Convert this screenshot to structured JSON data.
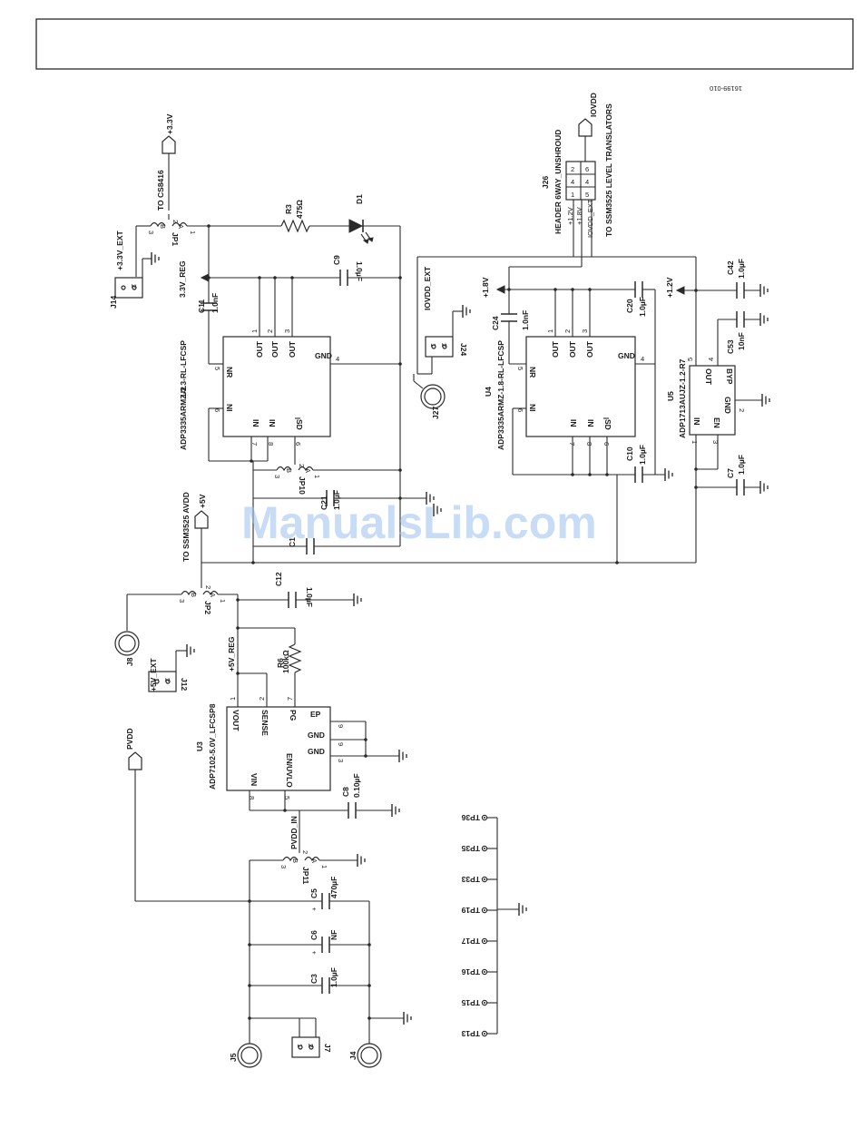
{
  "figure_id": "16199-010",
  "watermark": "ManualsLib.com",
  "components": {
    "U2": {
      "ref": "U2",
      "part": "ADP3335ARMZ-3.3-RL-LFCSP",
      "pins": {
        "out": "OUT",
        "gnd": "GND",
        "nr": "NR",
        "ni": "NI",
        "in": "IN",
        "sd": "SD"
      },
      "nums": {
        "p1": "1",
        "p2": "2",
        "p3": "3",
        "p4": "4",
        "p5": "5",
        "p6": "6",
        "p7": "7",
        "p8": "8"
      }
    },
    "U4": {
      "ref": "U4",
      "part": "ADP3335ARMZ-1.8-RL-LFCSP",
      "pins": {
        "out": "OUT",
        "gnd": "GND",
        "nr": "NR",
        "ni": "NI",
        "in": "IN",
        "sd": "SD"
      },
      "nums": {
        "p1": "1",
        "p2": "2",
        "p3": "3",
        "p4": "4",
        "p5": "5",
        "p6": "6",
        "p7": "7",
        "p8": "8"
      }
    },
    "U5": {
      "ref": "U5",
      "part": "ADP1713AUJZ-1.2-R7",
      "pins": {
        "out": "OUT",
        "byp": "BYP",
        "gnd": "GND",
        "in": "IN",
        "en": "EN"
      },
      "nums": {
        "p1": "1",
        "p2": "2",
        "p3": "3",
        "p4": "4",
        "p5": "5"
      }
    },
    "U3": {
      "ref": "U3",
      "part": "ADP7102-5.0V_LFCSP8",
      "pins": {
        "vout": "VOUT",
        "sense": "SENSE",
        "pg": "PG",
        "ep": "EP",
        "gnd": "GND",
        "vin": "VIN",
        "enuvlo": "EN/UVLO"
      },
      "nums": {
        "p1": "1",
        "p2": "2",
        "p3": "3",
        "p5": "5",
        "p7": "7",
        "p8": "8",
        "p9": "9"
      }
    },
    "R3": {
      "ref": "R3",
      "value": "475Ω"
    },
    "R6": {
      "ref": "R6",
      "value": "100kΩ"
    },
    "D1": {
      "ref": "D1"
    },
    "C9": {
      "ref": "C9",
      "value": "1.0µF"
    },
    "C11": {
      "ref": "C11",
      "value": "1.0nF"
    },
    "C12": {
      "ref": "C12",
      "value": "1.0µF"
    },
    "C20": {
      "ref": "C20",
      "value": "1.0µF"
    },
    "C24": {
      "ref": "C24",
      "value": "1.0nF"
    },
    "C10": {
      "ref": "C10",
      "value": "1.0µF"
    },
    "C42": {
      "ref": "C42",
      "value": "1.0µF"
    },
    "C53": {
      "ref": "C53",
      "value": "10nF"
    },
    "C7": {
      "ref": "C7",
      "value": "1.0µF"
    },
    "C21": {
      "ref": "C21",
      "value": "1.0µF"
    },
    "C8": {
      "ref": "C8",
      "value": "0.10µF"
    },
    "C5": {
      "ref": "C5",
      "value": "470µF"
    },
    "C6": {
      "ref": "C6",
      "value": "NF"
    },
    "C3": {
      "ref": "C3",
      "value": "1.0µF"
    },
    "JP1": {
      "ref": "JP1"
    },
    "JP2": {
      "ref": "JP2"
    },
    "JP10": {
      "ref": "JP10"
    },
    "JP11": {
      "ref": "JP11"
    },
    "J14": {
      "ref": "J14"
    },
    "J12": {
      "ref": "J12"
    },
    "J24": {
      "ref": "J24"
    },
    "J7": {
      "ref": "J7"
    },
    "J27": {
      "ref": "J27"
    },
    "J8": {
      "ref": "J8"
    },
    "J5": {
      "ref": "J5"
    },
    "J4": {
      "ref": "J4"
    },
    "J26": {
      "ref": "J26",
      "desc": "HEADER 6WAY_UNSHROUD"
    }
  },
  "jumper_pins": {
    "a": "A",
    "b": "B",
    "n1": "1",
    "n2": "2",
    "n3": "3"
  },
  "nets": {
    "v33": "+3.3V",
    "v33ext": "+3.3V_EXT",
    "v33reg": "3.3V_REG",
    "to_cs8416": "TO CS8416",
    "v18": "+1.8V",
    "v12": "+1.2V",
    "v5": "+5V",
    "v5ext": "+5V_EXT",
    "v5reg": "+5V_REG",
    "to_ssm_avdd": "TO SSM3525 AVDD",
    "iovdd": "IOVDD",
    "iovdd_ext": "IOVDD_EXT",
    "to_level": "TO SSM3525 LEVEL TRANSLATORS",
    "pvdd": "PVDD",
    "pvdd_in": "PVDD_IN"
  },
  "test_points": [
    "TP36",
    "TP35",
    "TP33",
    "TP19",
    "TP17",
    "TP16",
    "TP15",
    "TP13"
  ]
}
